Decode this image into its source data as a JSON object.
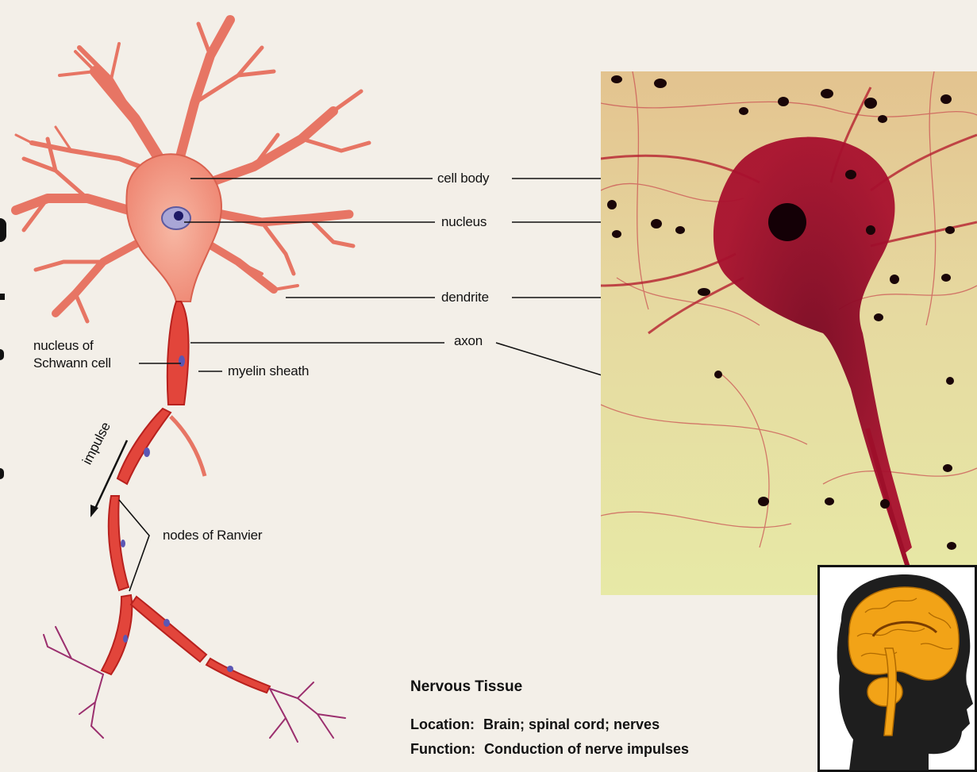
{
  "labels": {
    "cell_body": "cell body",
    "nucleus": "nucleus",
    "dendrite": "dendrite",
    "axon": "axon",
    "nucleus_of_schwann_line1": "nucleus of",
    "nucleus_of_schwann_line2": "Schwann cell",
    "myelin_sheath": "myelin sheath",
    "impulse": "impulse",
    "nodes_of_ranvier": "nodes of Ranvier"
  },
  "caption": {
    "title": "Nervous Tissue",
    "location_label": "Location:",
    "location_value": "Brain; spinal cord; nerves",
    "function_label": "Function:",
    "function_value": "Conduction of nerve impulses"
  },
  "colors": {
    "neuron_fill": "#ef8f7c",
    "neuron_stroke": "#c9302c",
    "myelin": "#e2453b",
    "micro_bg": "#e9e7a8",
    "micro_stain": "#9e0f2a",
    "brain": "#f2a317",
    "head": "#1a1a1a"
  }
}
